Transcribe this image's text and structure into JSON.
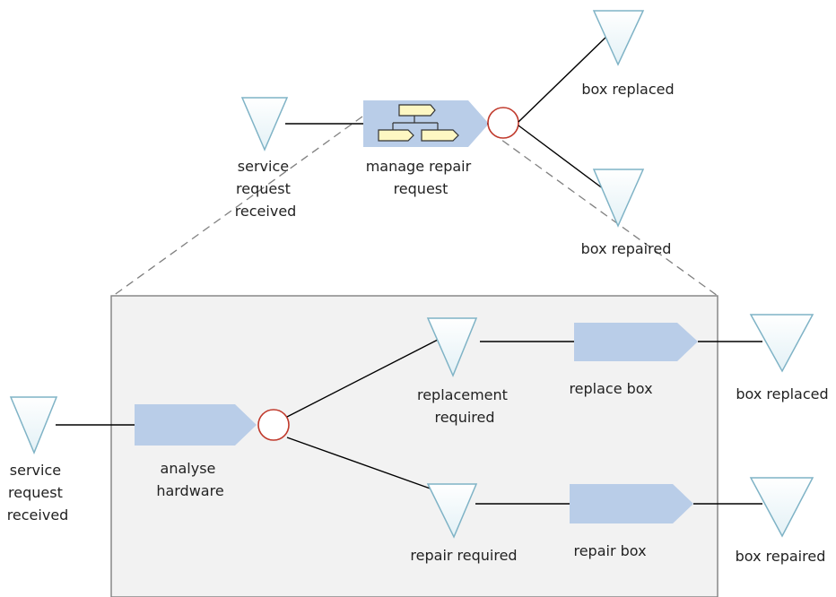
{
  "top": {
    "start_event": {
      "label": [
        "service",
        "request",
        "received"
      ]
    },
    "function": {
      "label": [
        "manage repair",
        "request"
      ]
    },
    "end_event_replaced": {
      "label": [
        "box replaced"
      ]
    },
    "end_event_repaired": {
      "label": [
        "box repaired"
      ]
    }
  },
  "detail": {
    "start_event": {
      "label": [
        "service",
        "request",
        "received"
      ]
    },
    "analyse_function": {
      "label": [
        "analyse",
        "hardware"
      ]
    },
    "replacement_event": {
      "label": [
        "replacement",
        "required"
      ]
    },
    "repair_event": {
      "label": [
        "repair required"
      ]
    },
    "replace_function": {
      "label": [
        "replace box"
      ]
    },
    "repair_function": {
      "label": [
        "repair box"
      ]
    },
    "end_event_replaced": {
      "label": [
        "box replaced"
      ]
    },
    "end_event_repaired": {
      "label": [
        "box repaired"
      ]
    }
  },
  "colors": {
    "function_fill": "#b9cde8",
    "event_stroke": "#7fb3c6",
    "connector_stroke": "#c0392b",
    "frame_fill": "#f2f2f2",
    "dashed_line": "#808080"
  }
}
